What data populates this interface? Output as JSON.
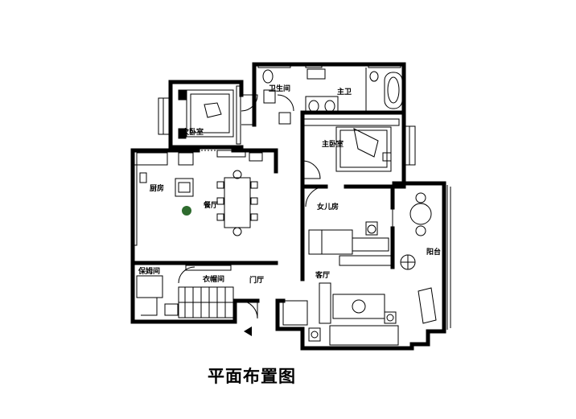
{
  "caption": "平面布置图",
  "rooms": {
    "bathroom": "卫生间",
    "master_bath": "主卫",
    "second_bedroom": "次卧室",
    "master_bedroom": "主卧室",
    "kitchen": "厨房",
    "dining": "餐厅",
    "daughter_room": "女儿房",
    "balcony": "阳台",
    "nanny_room": "保姆间",
    "cloakroom": "衣帽间",
    "foyer": "门厅",
    "living_room": "客厅"
  },
  "colors": {
    "wall": "#000000",
    "furniture_line": "#000000",
    "plant": "#2e6b2e",
    "background": "#ffffff"
  }
}
